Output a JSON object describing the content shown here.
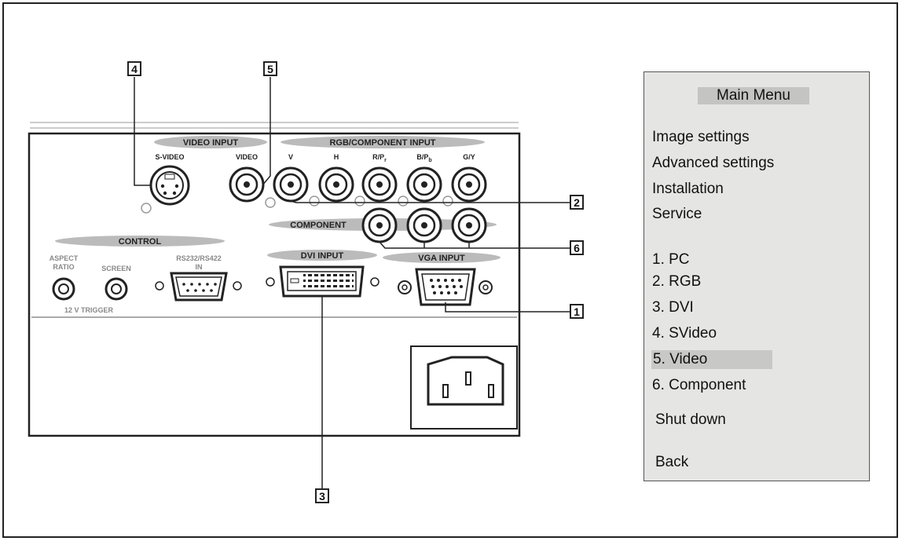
{
  "panel": {
    "groups": {
      "video_input": "VIDEO INPUT",
      "rgb_component_input": "RGB/COMPONENT INPUT",
      "component": "COMPONENT",
      "control": "CONTROL",
      "dvi_input": "DVI INPUT",
      "vga_input": "VGA INPUT"
    },
    "ports": {
      "s_video": "S-VIDEO",
      "video": "VIDEO",
      "v": "V",
      "h": "H",
      "r_pr": "R/P",
      "r_pr_sub": "r",
      "b_pb": "B/P",
      "b_pb_sub": "b",
      "g_y": "G/Y",
      "aspect_ratio_line1": "ASPECT",
      "aspect_ratio_line2": "RATIO",
      "screen": "SCREEN",
      "rs232_line1": "RS232/RS422",
      "rs232_line2": "IN",
      "trigger": "12 V TRIGGER"
    },
    "callouts": [
      "1",
      "2",
      "3",
      "4",
      "5",
      "6"
    ]
  },
  "menu": {
    "title": "Main Menu",
    "items": [
      "Image settings",
      "Advanced settings",
      "Installation",
      "Service"
    ],
    "sources": [
      "1. PC",
      "2. RGB",
      "3. DVI",
      "4. SVideo",
      "5. Video",
      "6. Component"
    ],
    "selected_source": "5. Video",
    "shutdown": "Shut down",
    "back": "Back"
  }
}
